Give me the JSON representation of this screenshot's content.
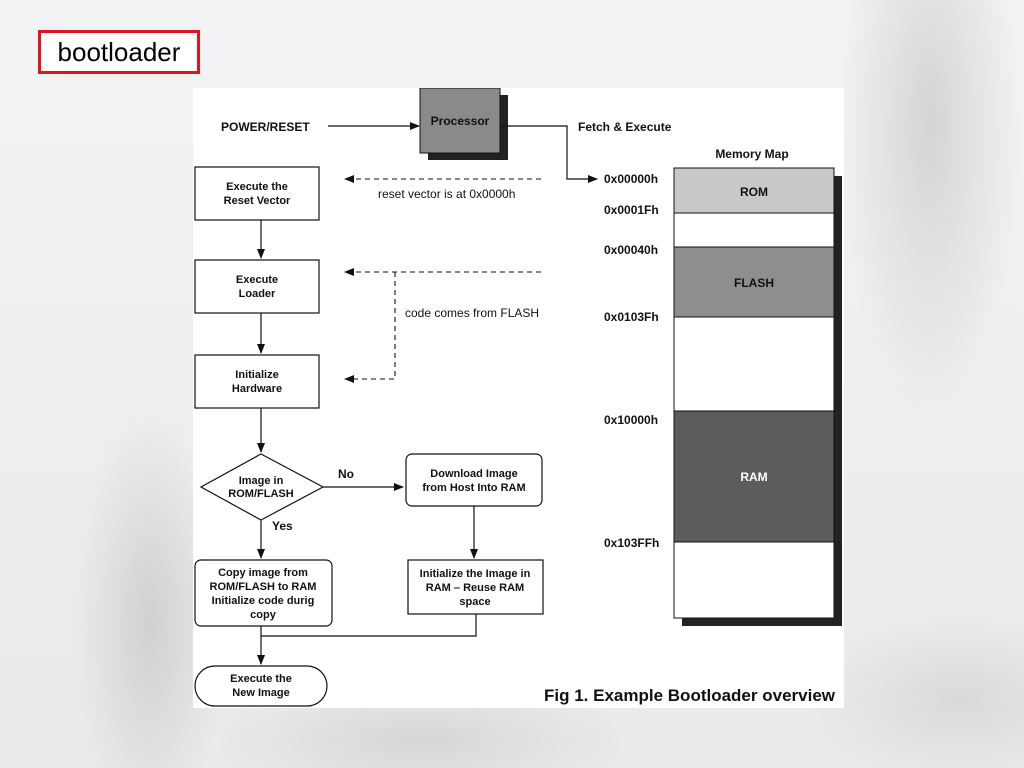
{
  "slide": {
    "title": "bootloader"
  },
  "diagram": {
    "power_reset": "POWER/RESET",
    "processor": "Processor",
    "fetch_execute": "Fetch & Execute",
    "flow": {
      "execute_reset_vector": [
        "Execute the",
        "Reset Vector"
      ],
      "execute_loader": [
        "Execute",
        "Loader"
      ],
      "initialize_hardware": [
        "Initialize",
        "Hardware"
      ],
      "decision": [
        "Image in",
        "ROM/FLASH"
      ],
      "no_label": "No",
      "yes_label": "Yes",
      "download_image": [
        "Download Image",
        "from Host Into RAM"
      ],
      "copy_image": [
        "Copy image from",
        "ROM/FLASH to RAM",
        "Initialize code durig",
        "copy"
      ],
      "initialize_image": [
        "Initialize the Image in",
        "RAM – Reuse RAM",
        "space"
      ],
      "execute_new_image": [
        "Execute the",
        "New Image"
      ]
    },
    "annotations": {
      "reset_vector": "reset vector is at 0x0000h",
      "code_from_flash": "code comes from FLASH"
    },
    "memory_map": {
      "title": "Memory Map",
      "addresses": [
        "0x00000h",
        "0x0001Fh",
        "0x00040h",
        "0x0103Fh",
        "0x10000h",
        "0x103FFh"
      ],
      "regions": [
        {
          "label": "ROM",
          "color": "#c8c8c8"
        },
        {
          "label": "FLASH",
          "color": "#8e8e8e"
        },
        {
          "label": "RAM",
          "color": "#5c5c5c"
        }
      ]
    },
    "caption": "Fig 1. Example Bootloader overview"
  }
}
